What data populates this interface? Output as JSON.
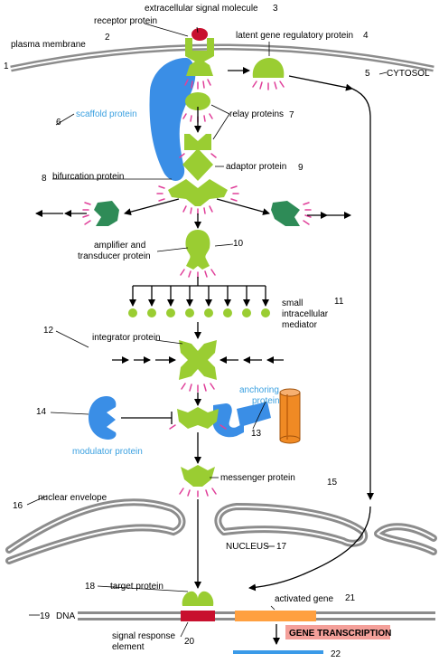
{
  "labels": {
    "extracellular_signal_molecule": "extracellular signal molecule",
    "receptor_protein": "receptor protein",
    "plasma_membrane": "plasma membrane",
    "latent_gene_regulatory_protein": "latent gene regulatory protein",
    "cytosol": "CYTOSOL",
    "scaffold_protein": "scaffold protein",
    "relay_proteins": "relay proteins",
    "bifurcation_protein": "bifurcation protein",
    "adaptor_protein": "adaptor protein",
    "amplifier_line1": "amplifier and",
    "amplifier_line2": "transducer protein",
    "small_line1": "small",
    "small_line2": "intracellular",
    "small_line3": "mediator",
    "integrator_protein": "integrator protein",
    "anchoring_line1": "anchoring",
    "anchoring_line2": "protein",
    "modulator_protein": "modulator protein",
    "messenger_protein": "messenger protein",
    "nuclear_envelope": "nuclear envelope",
    "nucleus": "NUCLEUS",
    "target_protein": "target protein",
    "activated_gene": "activated gene",
    "dna": "DNA",
    "gene_transcription": "GENE TRANSCRIPTION",
    "signal_response_line1": "signal response",
    "signal_response_line2": "element"
  },
  "numbers": {
    "n1": "1",
    "n2": "2",
    "n3": "3",
    "n4": "4",
    "n5": "5",
    "n6": "6",
    "n7": "7",
    "n8": "8",
    "n9": "9",
    "n10": "10",
    "n11": "11",
    "n12": "12",
    "n13": "13",
    "n14": "14",
    "n15": "15",
    "n16": "16",
    "n17": "17",
    "n18": "18",
    "n19": "19",
    "n20": "20",
    "n21": "21",
    "n22": "22"
  },
  "colors": {
    "protein_green": "#9acd32",
    "scaffold_blue": "#3a8ee6",
    "relay_dark_green": "#2e8b57",
    "signal_red": "#c8102e",
    "activation_magenta": "#e0409a",
    "membrane_gray": "#8c8c8c",
    "gene_orange": "#ffa040",
    "transcription_box": "#f4a09a",
    "mrna_blue": "#3a9ae8",
    "anchor_orange": "#f08a24",
    "blue_label": "#3aa0e0"
  }
}
